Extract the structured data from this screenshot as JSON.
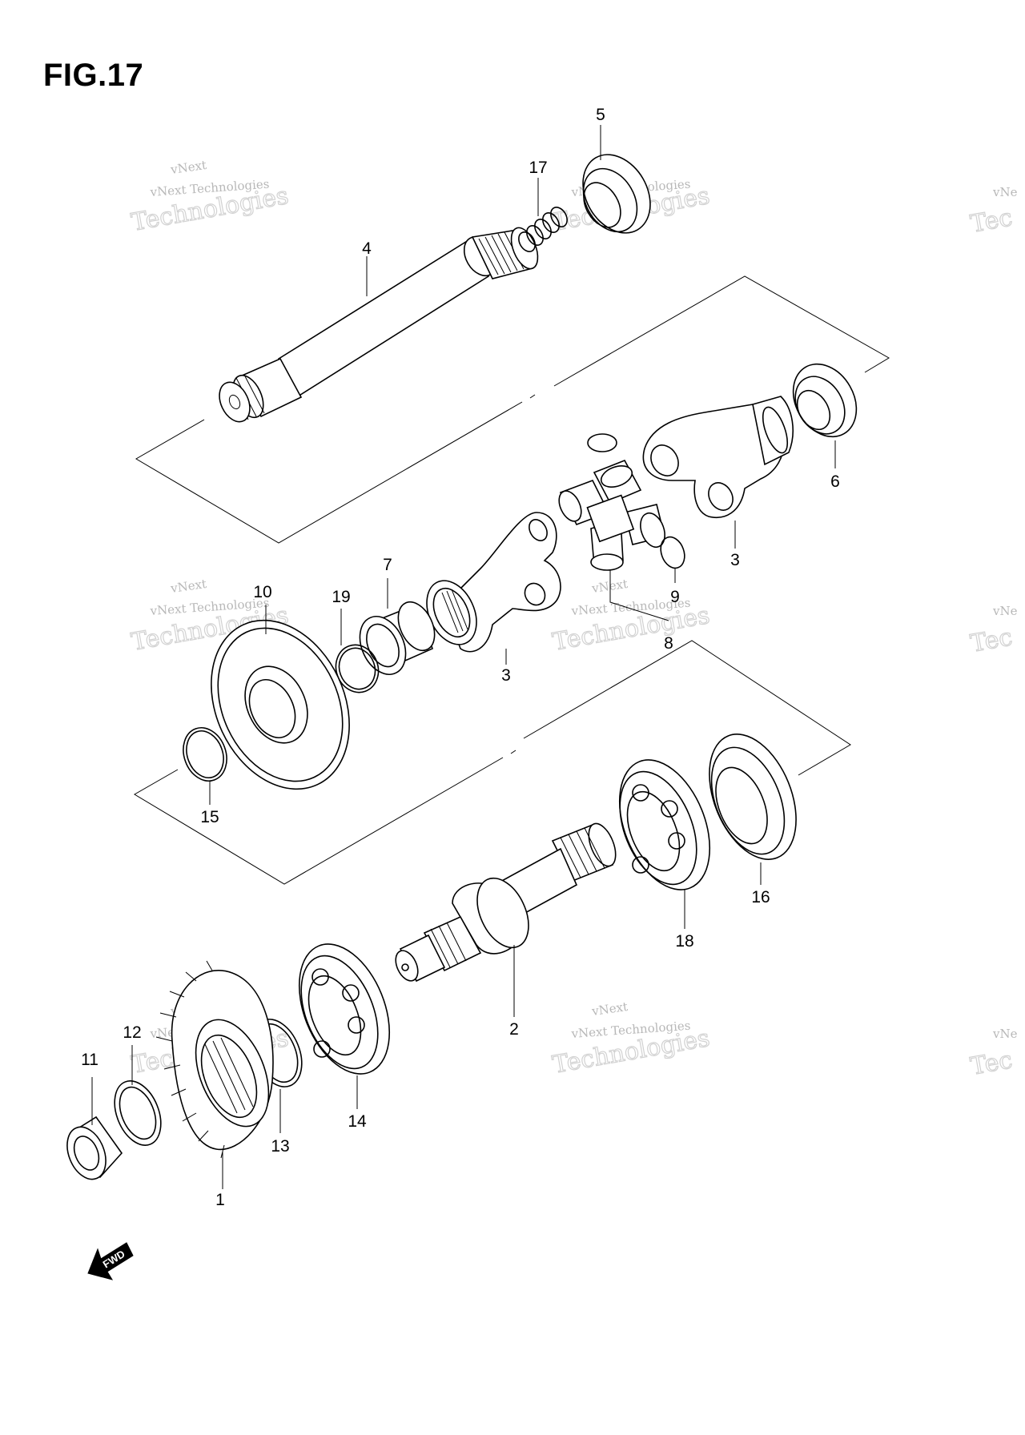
{
  "figure": {
    "title": "FIG.17"
  },
  "watermark": {
    "line1": "vNext Technologies",
    "big": "Technologies",
    "small_top": "vNext",
    "edge_small": "vNe",
    "edge_big": "Tec"
  },
  "parts": [
    {
      "label": "1"
    },
    {
      "label": "2"
    },
    {
      "label": "3"
    },
    {
      "label": "3"
    },
    {
      "label": "4"
    },
    {
      "label": "5"
    },
    {
      "label": "6"
    },
    {
      "label": "7"
    },
    {
      "label": "8"
    },
    {
      "label": "9"
    },
    {
      "label": "10"
    },
    {
      "label": "11"
    },
    {
      "label": "12"
    },
    {
      "label": "13"
    },
    {
      "label": "14"
    },
    {
      "label": "15"
    },
    {
      "label": "16"
    },
    {
      "label": "17"
    },
    {
      "label": "18"
    },
    {
      "label": "19"
    }
  ],
  "direction_marker": {
    "label": "FWD"
  }
}
